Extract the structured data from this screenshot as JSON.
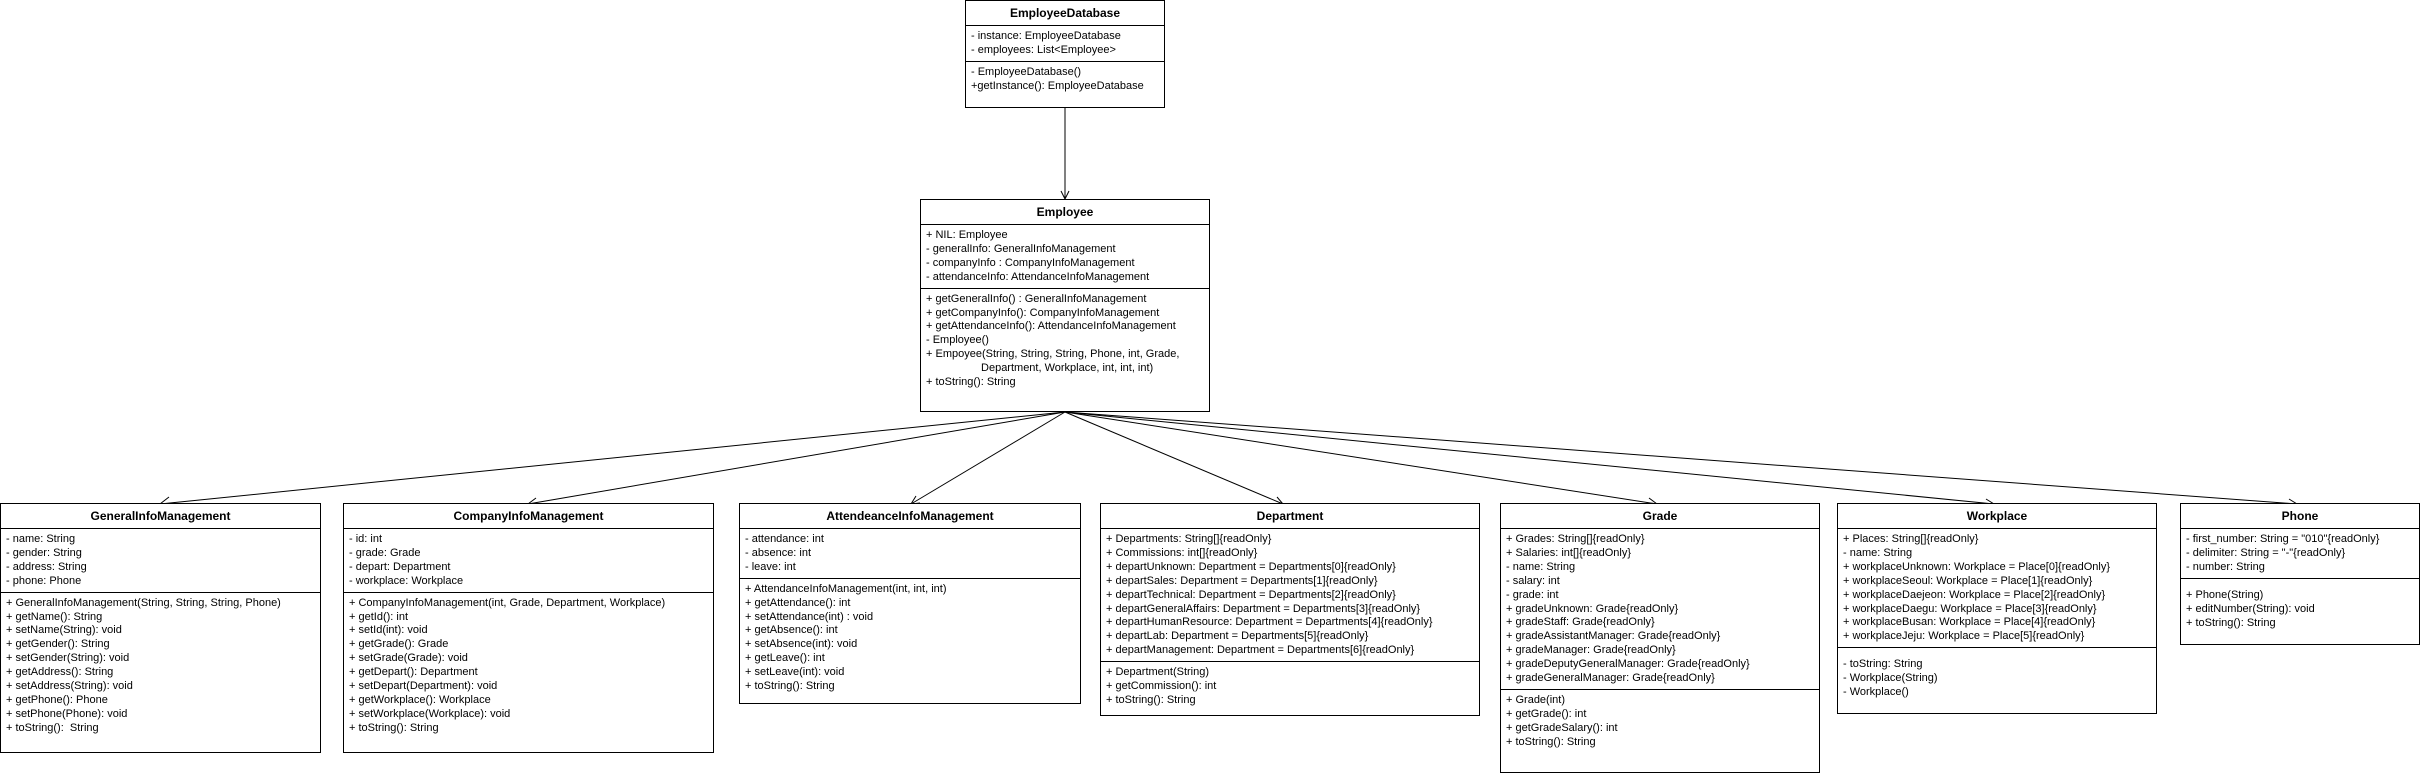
{
  "classes": [
    {
      "name": "EmployeeDatabase",
      "attributes": [
        "- instance: EmployeeDatabase",
        "- employees: List<Employee>"
      ],
      "methods": [
        "- EmployeeDatabase()",
        "+getInstance(): EmployeeDatabase"
      ]
    },
    {
      "name": "Employee",
      "attributes": [
        "+ NIL: Employee",
        "- generalInfo: GeneralInfoManagement",
        "- companyInfo : CompanyInfoManagement",
        "- attendanceInfo: AttendanceInfoManagement"
      ],
      "methods": [
        "+ getGeneralInfo() : GeneralInfoManagement",
        "+ getCompanyInfo(): CompanyInfoManagement",
        "+ getAttendanceInfo(): AttendanceInfoManagement",
        "- Employee()",
        "+ Empoyee(String, String, String, Phone, int, Grade,",
        "                  Department, Workplace, int, int, int)",
        "+ toString(): String"
      ]
    },
    {
      "name": "GeneralInfoManagement",
      "attributes": [
        "- name: String",
        "- gender: String",
        "- address: String",
        "- phone: Phone"
      ],
      "methods": [
        "+ GeneralInfoManagement(String, String, String, Phone)",
        "+ getName(): String",
        "+ setName(String): void",
        "+ getGender(): String",
        "+ setGender(String): void",
        "+ getAddress(): String",
        "+ setAddress(String): void",
        "+ getPhone(): Phone",
        "+ setPhone(Phone): void",
        "+ toString():  String"
      ]
    },
    {
      "name": "CompanyInfoManagement",
      "attributes": [
        "- id: int",
        "- grade: Grade",
        "- depart: Department",
        "- workplace: Workplace"
      ],
      "methods": [
        "+ CompanyInfoManagement(int, Grade, Department, Workplace)",
        "+ getId(): int",
        "+ setId(int): void",
        "+ getGrade(): Grade",
        "+ setGrade(Grade): void",
        "+ getDepart(): Department",
        "+ setDepart(Department): void",
        "+ getWorkplace(): Workplace",
        "+ setWorkplace(Workplace): void",
        "+ toString(): String"
      ]
    },
    {
      "name": "AttendeanceInfoManagement",
      "attributes": [
        "- attendance: int",
        "- absence: int",
        "- leave: int"
      ],
      "methods": [
        "+ AttendanceInfoManagement(int, int, int)",
        "+ getAttendance(): int",
        "+ setAttendance(int) : void",
        "+ getAbsence(): int",
        "+ setAbsence(int): void",
        "+ getLeave(): int",
        "+ setLeave(int): void",
        "+ toString(): String"
      ]
    },
    {
      "name": "Department",
      "attributes": [
        "+ Departments: String[]{readOnly}",
        "+ Commissions: int[]{readOnly}",
        "+ departUnknown: Department = Departments[0]{readOnly}",
        "+ departSales: Department = Departments[1]{readOnly}",
        "+ departTechnical: Department = Departments[2]{readOnly}",
        "+ departGeneralAffairs: Department = Departments[3]{readOnly}",
        "+ departHumanResource: Department = Departments[4]{readOnly}",
        "+ departLab: Department = Departments[5]{readOnly}",
        "+ departManagement: Department = Departments[6]{readOnly}"
      ],
      "methods": [
        "+ Department(String)",
        "+ getCommission(): int",
        "+ toString(): String"
      ]
    },
    {
      "name": "Grade",
      "attributes": [
        "+ Grades: String[]{readOnly}",
        "+ Salaries: int[]{readOnly}",
        "- name: String",
        "- salary: int",
        "- grade: int",
        "+ gradeUnknown: Grade{readOnly}",
        "+ gradeStaff: Grade{readOnly}",
        "+ gradeAssistantManager: Grade{readOnly}",
        "+ gradeManager: Grade{readOnly}",
        "+ gradeDeputyGeneralManager: Grade{readOnly}",
        "+ gradeGeneralManager: Grade{readOnly}"
      ],
      "methods": [
        "+ Grade(int)",
        "+ getGrade(): int",
        "+ getGradeSalary(): int",
        "+ toString(): String"
      ]
    },
    {
      "name": "Workplace",
      "attributes": [
        "+ Places: String[]{readOnly}",
        "- name: String",
        "+ workplaceUnknown: Workplace = Place[0]{readOnly}",
        "+ workplaceSeoul: Workplace = Place[1]{readOnly}",
        "+ workplaceDaejeon: Workplace = Place[2]{readOnly}",
        "+ workplaceDaegu: Workplace = Place[3]{readOnly}",
        "+ workplaceBusan: Workplace = Place[4]{readOnly}",
        "+ workplaceJeju: Workplace = Place[5]{readOnly}"
      ],
      "methods": [
        "- toString: String",
        "- Workplace(String)",
        "- Workplace()"
      ]
    },
    {
      "name": "Phone",
      "attributes": [
        "- first_number: String = \"010\"{readOnly}",
        "- delimiter: String = \"-\"{readOnly}",
        "- number: String"
      ],
      "methods": [
        "+ Phone(String)",
        "+ editNumber(String): void",
        "+ toString(): String"
      ]
    }
  ]
}
